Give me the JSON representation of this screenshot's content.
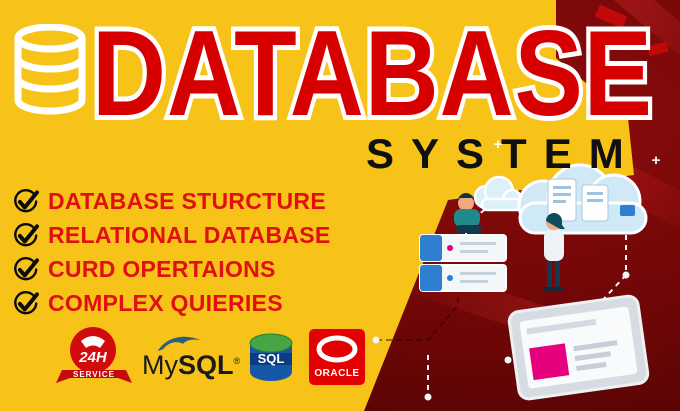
{
  "banner": {
    "title": "DATABASE",
    "subtitle": "SYSTEM",
    "features": [
      "DATABASE STURCTURE",
      "RELATIONAL DATABASE",
      "CURD OPERTAIONS",
      "COMPLEX QUIERIES"
    ],
    "logos": {
      "service": {
        "hours": "24H",
        "label": "SERVICE"
      },
      "mysql": {
        "my": "My",
        "sql": "SQL",
        "reg": "®"
      },
      "sql_badge": {
        "label": "SQL"
      },
      "oracle": {
        "label": "ORACLE"
      }
    },
    "colors": {
      "background_yellow": "#F7C318",
      "panel_dark_red": "#6E0606",
      "title_red": "#D60000",
      "feature_red": "#E01010",
      "subtitle_black": "#101010",
      "magenta_accent": "#E6007E",
      "cloud_blue": "#CFE9F7"
    },
    "icons": {
      "database": "white-outline-db-cylinder",
      "check": "black-swoosh-checkmark",
      "service_phone": "handset-in-red-circle",
      "mysql_dolphin": "dolphin-swoosh",
      "sql_cylinder": "green-blue-db-cylinder",
      "oracle_ring": "white-ellipse-ring"
    }
  }
}
